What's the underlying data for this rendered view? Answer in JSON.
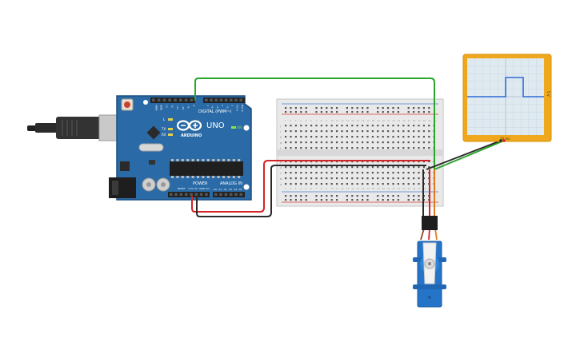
{
  "arduino": {
    "logo_text": "ARDUINO",
    "model": "UNO",
    "digital_header": "DIGITAL (PWM~)",
    "power_header": "POWER",
    "analog_header": "ANALOG IN",
    "on_label": "ON",
    "led_l": "L",
    "led_tx": "TX",
    "led_rx": "RX",
    "aref": "AREF",
    "gnd": "GND",
    "reset": "RESET",
    "pin_3v3": "3.3V",
    "pin_5v": "5V",
    "vin": "Vin",
    "digital_pins": [
      "13",
      "12",
      "~11",
      "~10",
      "~9",
      "8",
      "7",
      "~6",
      "~5",
      "4",
      "~3",
      "2",
      "TX→1",
      "RX←0"
    ],
    "analog_pins": [
      "A0",
      "A1",
      "A2",
      "A3",
      "A4",
      "A5"
    ]
  },
  "breadboard": {
    "row_letters_top": [
      "j",
      "i",
      "h",
      "g",
      "f"
    ],
    "row_letters_bottom": [
      "e",
      "d",
      "c",
      "b",
      "a"
    ],
    "column_count": 30
  },
  "oscilloscope": {
    "time_label": "10 ms",
    "side_label": "5 V"
  },
  "colors": {
    "board": "#2a6aa6",
    "board_edge": "#1d4f80",
    "wire_signal": "#2ca52c",
    "wire_power": "#d42222",
    "wire_ground": "#2a2a2a",
    "servo": "#2574c8",
    "scope_frame": "#efa81d",
    "scope_screen": "#dfe9f0",
    "trace": "#2f6ad8"
  }
}
